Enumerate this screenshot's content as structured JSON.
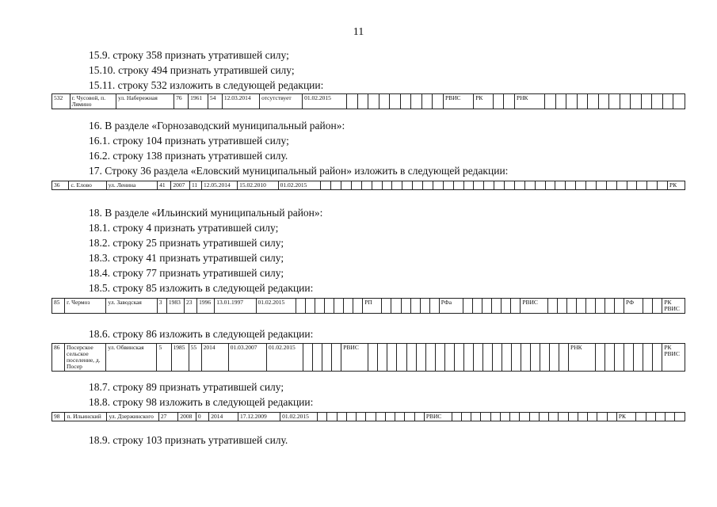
{
  "page_number": "11",
  "lines": {
    "l1": "15.9.  строку 358 признать утратившей силу;",
    "l2": "15.10.  строку 494 признать утратившей силу;",
    "l3": "15.11.  строку 532 изложить в следующей редакции:",
    "l4": "16.  В разделе «Горнозаводский муниципальный район»:",
    "l5": "16.1.  строку 104 признать утратившей силу;",
    "l6": "16.2.  строку 138 признать утратившей силу.",
    "l7": "17.  Строку 36 раздела «Еловский муниципальный район» изложить в следующей редакции:",
    "l8": "18.  В разделе «Ильинский муниципальный район»:",
    "l9": "18.1.  строку 4 признать утратившей силу;",
    "l10": "18.2.  строку 25 признать утратившей силу;",
    "l11": "18.3.  строку 41 признать утратившей силу;",
    "l12": "18.4.  строку 77 признать утратившей силу;",
    "l13": "18.5.  строку 85 изложить в следующей редакции:",
    "l14": "18.6.  строку 86 изложить в следующей редакции:",
    "l15": "18.7.  строку 89 признать утратившей силу;",
    "l16": "18.8.  строку 98 изложить в следующей редакции:",
    "l17": "18.9.  строку 103 признать утратившей силу."
  },
  "tables": {
    "t532": {
      "num": "532",
      "settlement": "г. Чусовой, п. Лямино",
      "street": "ул. Набережная",
      "house": "76",
      "year": "1961",
      "wear": "54",
      "date1": "12.03.2014",
      "date2": "отсутствует",
      "date3": "01.02.2015",
      "m1": "РВИС",
      "m2": "РК",
      "m3": "РНК"
    },
    "t36": {
      "num": "36",
      "settlement": "с. Елово",
      "street": "ул. Ленина",
      "house": "41",
      "year": "2007",
      "wear": "11",
      "date1": "12.05.2014",
      "date2": "15.02.2010",
      "date3": "01.02.2015",
      "m1": "РК"
    },
    "t85": {
      "num": "85",
      "settlement": "г. Чермоз",
      "street": "ул. Заводская",
      "house": "3",
      "year": "1983",
      "wear": "23",
      "year2": "1996",
      "date2": "13.01.1997",
      "date3": "01.02.2015",
      "m1": "РП",
      "m2": "РФа",
      "m3": "РВИС",
      "m4": "РФ",
      "m5a": "РК",
      "m5b": "РВИС"
    },
    "t86": {
      "num": "86",
      "settlement": "Посерское сельское поселение, д. Посер",
      "street": "ул. Обвинская",
      "house": "5",
      "year": "1985",
      "wear": "55",
      "year2": "2014",
      "date2": "01.03.2007",
      "date3": "01.02.2015",
      "m1": "РВИС",
      "m2": "РНК",
      "m3a": "РК",
      "m3b": "РВИС"
    },
    "t98": {
      "num": "98",
      "settlement": "п. Ильинский",
      "street": "ул. Дзержинского",
      "house": "27",
      "year": "2008",
      "wear": "0",
      "year2": "2014",
      "date2": "17.12.2009",
      "date3": "01.02.2015",
      "m1": "РВИС",
      "m2": "РК"
    }
  }
}
